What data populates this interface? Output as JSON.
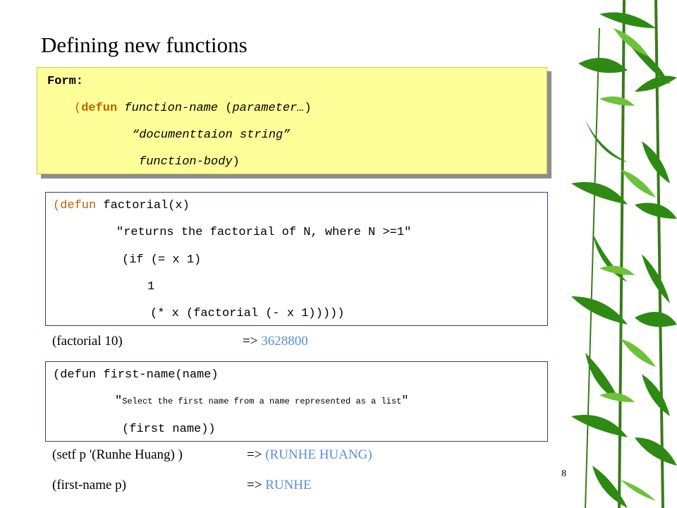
{
  "slide": {
    "title": "Defining new functions",
    "page_number": "8"
  },
  "form_box": {
    "label": "Form:",
    "line1": {
      "open": "(",
      "keyword": "defun",
      "name": "function-name",
      "mid": " (",
      "param": "parameter…",
      "close": ")"
    },
    "line2": {
      "text": "“documenttaion string”"
    },
    "line3": {
      "body": "function-body",
      "close": ")"
    }
  },
  "factorial_box": {
    "line1": {
      "open": "(",
      "keyword": "defun",
      "rest": " factorial(x)"
    },
    "line2": "\"returns the factorial of N, where N >=1\"",
    "line3": "(if (= x 1)",
    "line4": "1",
    "line5": "(* x (factorial (- x 1)))))"
  },
  "factorial_result": {
    "expr": "(factorial 10)",
    "arrow": "=>",
    "value": "3628800"
  },
  "first_name_box": {
    "line1": "(defun first-name(name)",
    "line2_quote_open": "\"",
    "line2_text": "Select the first name from a name represented as a list",
    "line2_quote_close": "\"",
    "line3": "(first name))"
  },
  "setf_result": {
    "expr": "(setf p '(Runhe Huang) )",
    "arrow": "=>",
    "value": "(RUNHE HUANG)"
  },
  "first_name_result": {
    "expr": "(first-name p)",
    "arrow": "=>",
    "value": "RUNHE"
  },
  "colors": {
    "keyword": "#c06000",
    "result_value": "#5a8fdc",
    "form_box_bg": "#ffff99",
    "code_box_border": "#2b3f8a"
  }
}
